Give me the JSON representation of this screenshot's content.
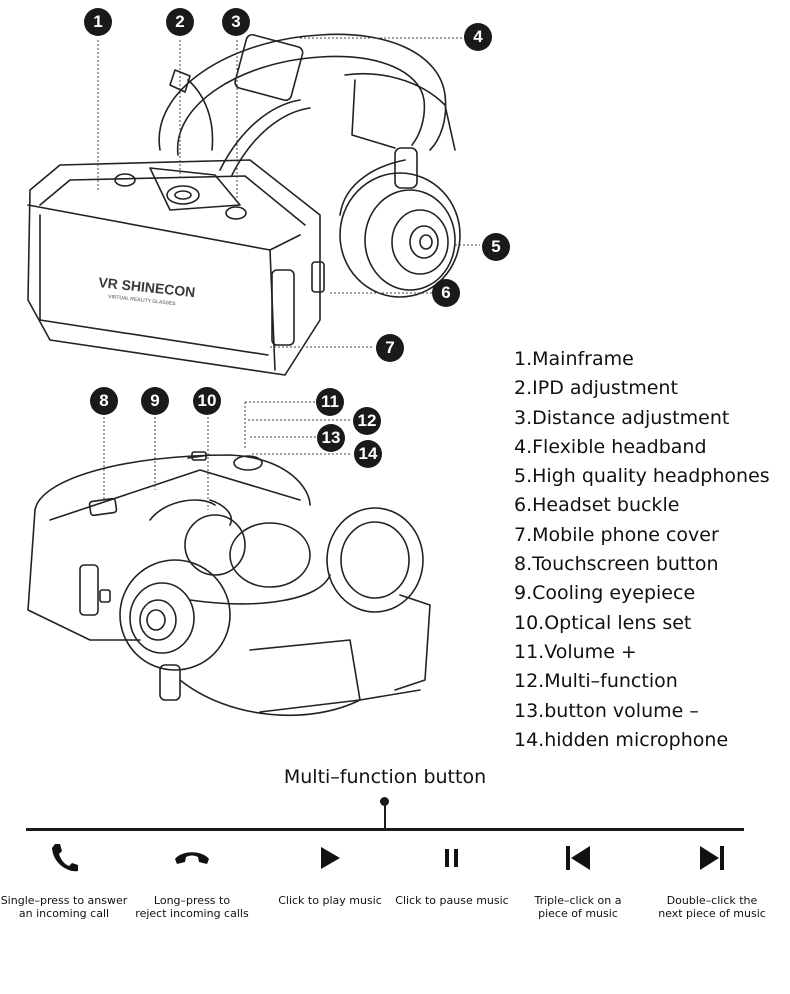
{
  "brand": {
    "logo_main": "VR SHINECON",
    "logo_sub": "VIRTUAL REALITY GLASSES"
  },
  "callouts": [
    "1",
    "2",
    "3",
    "4",
    "5",
    "6",
    "7",
    "8",
    "9",
    "10",
    "11",
    "12",
    "13",
    "14"
  ],
  "parts": [
    "1.Mainframe",
    "2.IPD adjustment",
    "3.Distance adjustment",
    "4.Flexible headband",
    "5.High quality headphones",
    "6.Headset buckle",
    "7.Mobile phone cover",
    "8.Touchscreen button",
    "9.Cooling eyepiece",
    "10.Optical lens set",
    "11.Volume +",
    "12.Multi–function",
    "13.button volume –",
    "14.hidden microphone"
  ],
  "multifunction": {
    "title": "Multi–function button",
    "actions": [
      {
        "icon": "phone-answer-icon",
        "line1": "Single–press to answer",
        "line2": "an incoming call"
      },
      {
        "icon": "phone-hangup-icon",
        "line1": "Long–press to",
        "line2": "reject incoming calls"
      },
      {
        "icon": "play-icon",
        "line1": "Click to play music",
        "line2": ""
      },
      {
        "icon": "pause-icon",
        "line1": "Click to pause music",
        "line2": ""
      },
      {
        "icon": "previous-track-icon",
        "line1": "Triple–click on a",
        "line2": "piece of music"
      },
      {
        "icon": "next-track-icon",
        "line1": "Double–click the",
        "line2": "next piece of music"
      }
    ]
  }
}
